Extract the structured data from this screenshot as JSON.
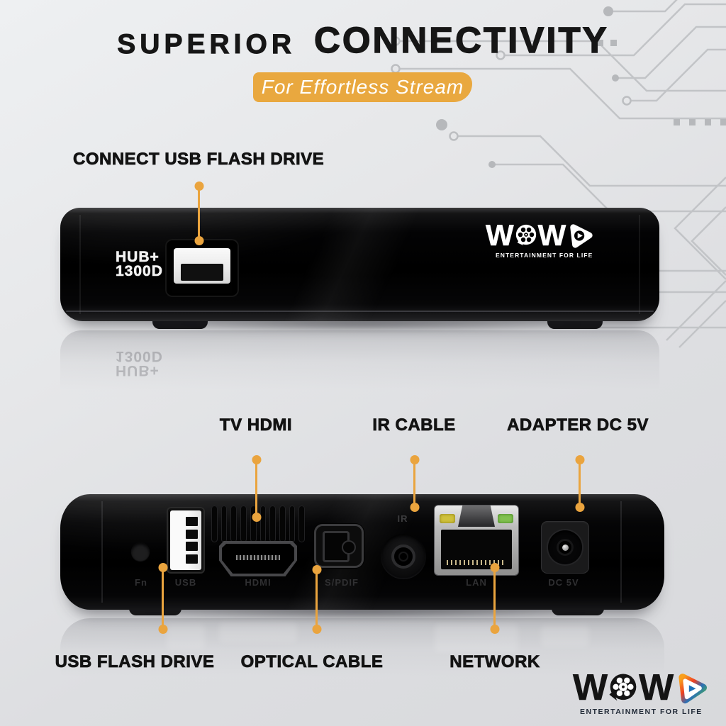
{
  "header": {
    "title": {
      "word1": "SUPERIOR",
      "word2": "CONNECTIVITY"
    },
    "banner": "For Effortless Stream"
  },
  "front": {
    "callout": "CONNECT USB FLASH DRIVE",
    "model": {
      "line1": "HUB+",
      "line2": "1300D"
    },
    "logo": {
      "left": "W",
      "right": "W",
      "tagline": "ENTERTAINMENT FOR LIFE"
    }
  },
  "back": {
    "top_callouts": [
      {
        "label": "TV HDMI"
      },
      {
        "label": "IR CABLE"
      },
      {
        "label": "ADAPTER DC 5V"
      }
    ],
    "bottom_callouts": [
      {
        "label": "USB FLASH DRIVE"
      },
      {
        "label": "OPTICAL CABLE"
      },
      {
        "label": "NETWORK"
      }
    ],
    "ports": {
      "fn": "Fn",
      "usb": "USB",
      "hdmi": "HDMI",
      "spdif": "S/PDIF",
      "ir": "IR",
      "lan": "LAN",
      "dc": "DC 5V"
    }
  },
  "footer": {
    "logo": {
      "left": "W",
      "right": "W",
      "tagline": "ENTERTAINMENT FOR LIFE"
    }
  },
  "colors": {
    "accent": "#EAA43E",
    "banner": "#E9A83F",
    "title": "#161616"
  }
}
